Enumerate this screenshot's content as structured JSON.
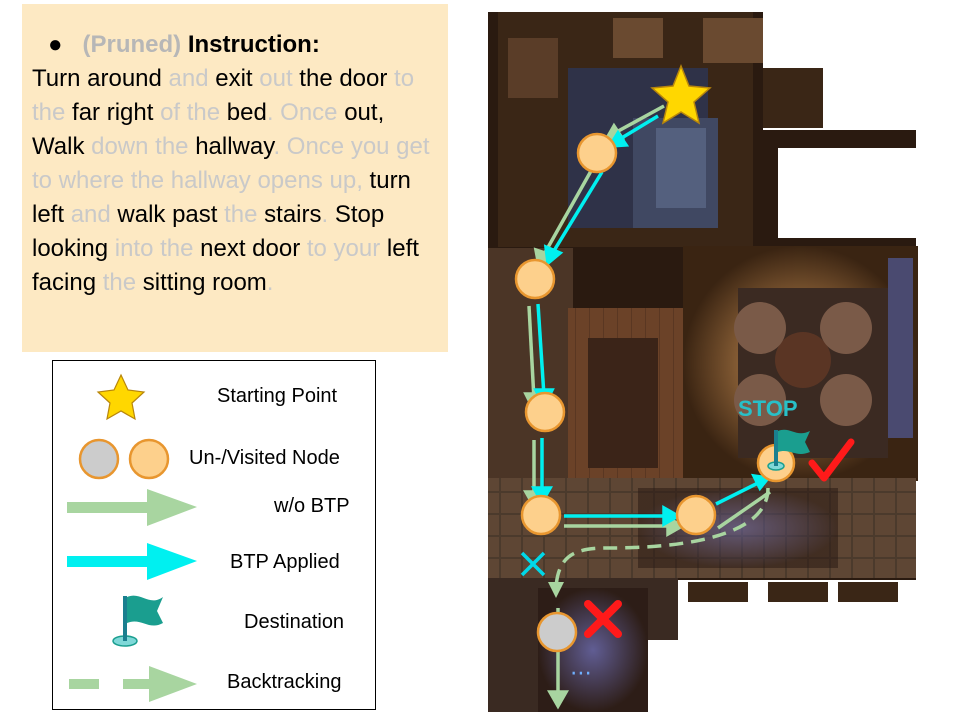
{
  "instruction": {
    "bullet": "●",
    "pruned_label": "(Pruned)",
    "title": "Instruction:",
    "segments": [
      {
        "t": "Turn around ",
        "kept": true
      },
      {
        "t": "and ",
        "kept": false
      },
      {
        "t": "exit ",
        "kept": true
      },
      {
        "t": "out ",
        "kept": false
      },
      {
        "t": "the door ",
        "kept": true
      },
      {
        "t": "to the ",
        "kept": false
      },
      {
        "t": "far right ",
        "kept": true
      },
      {
        "t": "of the ",
        "kept": false
      },
      {
        "t": "bed",
        "kept": true
      },
      {
        "t": ". Once ",
        "kept": false
      },
      {
        "t": "out, Walk ",
        "kept": true
      },
      {
        "t": "down the ",
        "kept": false
      },
      {
        "t": "hallway",
        "kept": true
      },
      {
        "t": ". Once you get to where the hallway opens up, ",
        "kept": false
      },
      {
        "t": "turn left ",
        "kept": true
      },
      {
        "t": "and ",
        "kept": false
      },
      {
        "t": "walk past ",
        "kept": true
      },
      {
        "t": "the ",
        "kept": false
      },
      {
        "t": "stairs",
        "kept": true
      },
      {
        "t": ". ",
        "kept": false
      },
      {
        "t": "Stop looking ",
        "kept": true
      },
      {
        "t": "into the ",
        "kept": false
      },
      {
        "t": "next door ",
        "kept": true
      },
      {
        "t": "to your ",
        "kept": false
      },
      {
        "t": "left facing ",
        "kept": true
      },
      {
        "t": "the ",
        "kept": false
      },
      {
        "t": "sitting room",
        "kept": true
      },
      {
        "t": ".",
        "kept": false
      }
    ]
  },
  "legend": {
    "starting_point": "Starting Point",
    "visited_node": "Un-/Visited Node",
    "wo_btp": "w/o BTP",
    "btp_applied": "BTP Applied",
    "destination": "Destination",
    "backtracking": "Backtracking"
  },
  "map": {
    "stop_label": "STOP",
    "ellipsis": "⋯"
  },
  "colors": {
    "panel_bg": "#fde9c3",
    "node_visited": "#fdd08c",
    "node_unvisited": "#cccccc",
    "node_border": "#e8962f",
    "star": "#ffd700",
    "wo_btp_arrow": "#a8d5a0",
    "btp_arrow": "#00f0f0",
    "flag": "#1a9e8f",
    "check": "#ff1a1a",
    "cross": "#ff1a1a",
    "stop_text": "#28c0c8"
  }
}
